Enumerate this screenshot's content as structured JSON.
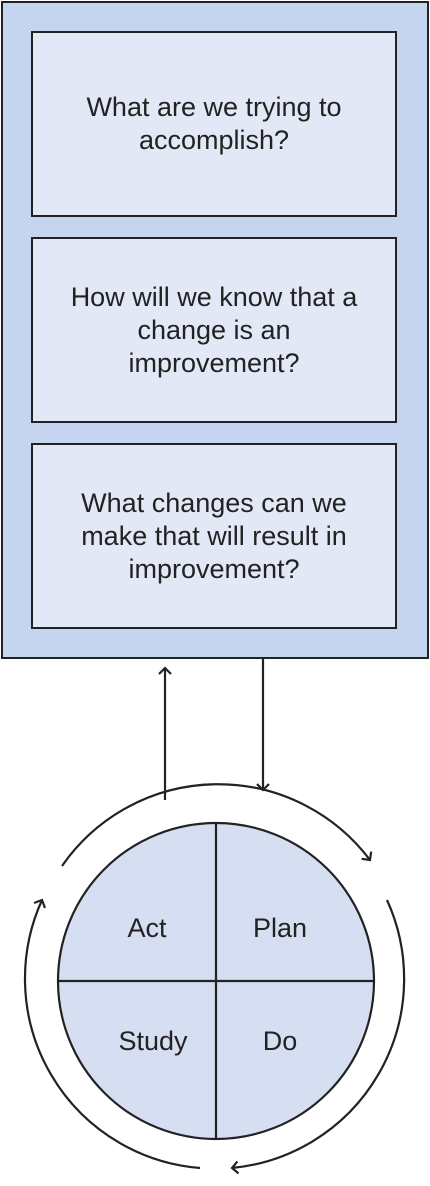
{
  "questions": [
    "What are we trying to accomplish?",
    "How will we know that a change is an improvement?",
    "What changes can we make that will result in improvement?"
  ],
  "cycle": {
    "act": "Act",
    "plan": "Plan",
    "study": "Study",
    "do": "Do"
  },
  "colors": {
    "panel": "#c6d5ef",
    "box": "#e2e8f6",
    "circle": "#d6def1",
    "stroke": "#222222"
  }
}
